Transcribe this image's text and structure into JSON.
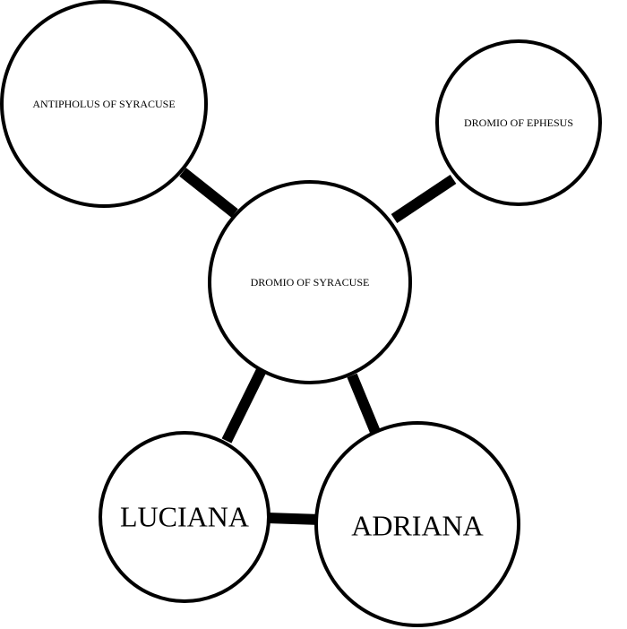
{
  "diagram": {
    "nodes": {
      "antipholus_of_syracuse": "ANTIPHOLUS OF SYRACUSE",
      "dromio_of_ephesus": "DROMIO OF EPHESUS",
      "dromio_of_syracuse": "DROMIO OF SYRACUSE",
      "luciana": "LUCIANA",
      "adriana": "ADRIANA"
    },
    "edges": [
      [
        "dromio_of_syracuse",
        "antipholus_of_syracuse"
      ],
      [
        "dromio_of_syracuse",
        "dromio_of_ephesus"
      ],
      [
        "dromio_of_syracuse",
        "luciana"
      ],
      [
        "dromio_of_syracuse",
        "adriana"
      ],
      [
        "luciana",
        "adriana"
      ]
    ]
  }
}
